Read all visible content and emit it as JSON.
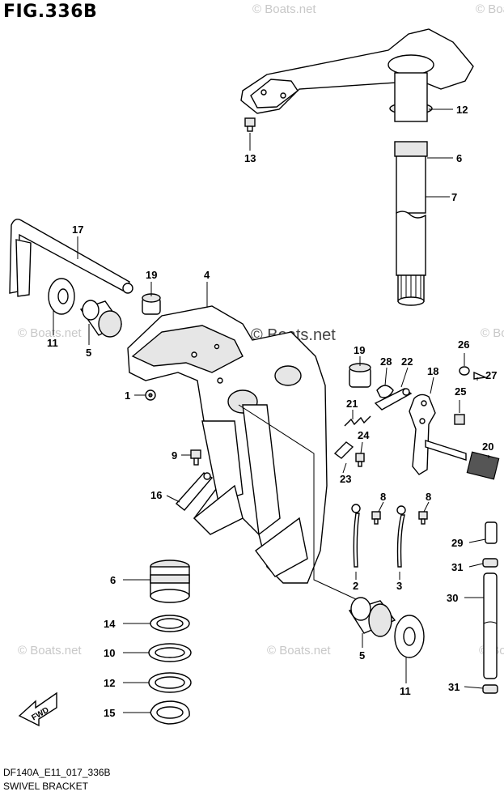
{
  "figure": {
    "title": "FIG.336B",
    "code": "DF140A_E11_017_336B",
    "name": "SWIVEL BRACKET"
  },
  "watermark": {
    "text": "© Boats.net",
    "center_text": "© Boats.net"
  },
  "fwd_arrow": {
    "label": "FWD"
  },
  "callouts": {
    "c1": "1",
    "c2": "2",
    "c3": "3",
    "c4": "4",
    "c5a": "5",
    "c5b": "5",
    "c6a": "6",
    "c6b": "6",
    "c7": "7",
    "c8a": "8",
    "c8b": "8",
    "c9": "9",
    "c10": "10",
    "c11a": "11",
    "c11b": "11",
    "c12a": "12",
    "c12b": "12",
    "c13": "13",
    "c14": "14",
    "c15": "15",
    "c16": "16",
    "c17": "17",
    "c18": "18",
    "c19a": "19",
    "c19b": "19",
    "c20": "20",
    "c21": "21",
    "c22": "22",
    "c23": "23",
    "c24": "24",
    "c25": "25",
    "c26": "26",
    "c27": "27",
    "c28": "28",
    "c29": "29",
    "c30": "30",
    "c31a": "31",
    "c31b": "31"
  }
}
